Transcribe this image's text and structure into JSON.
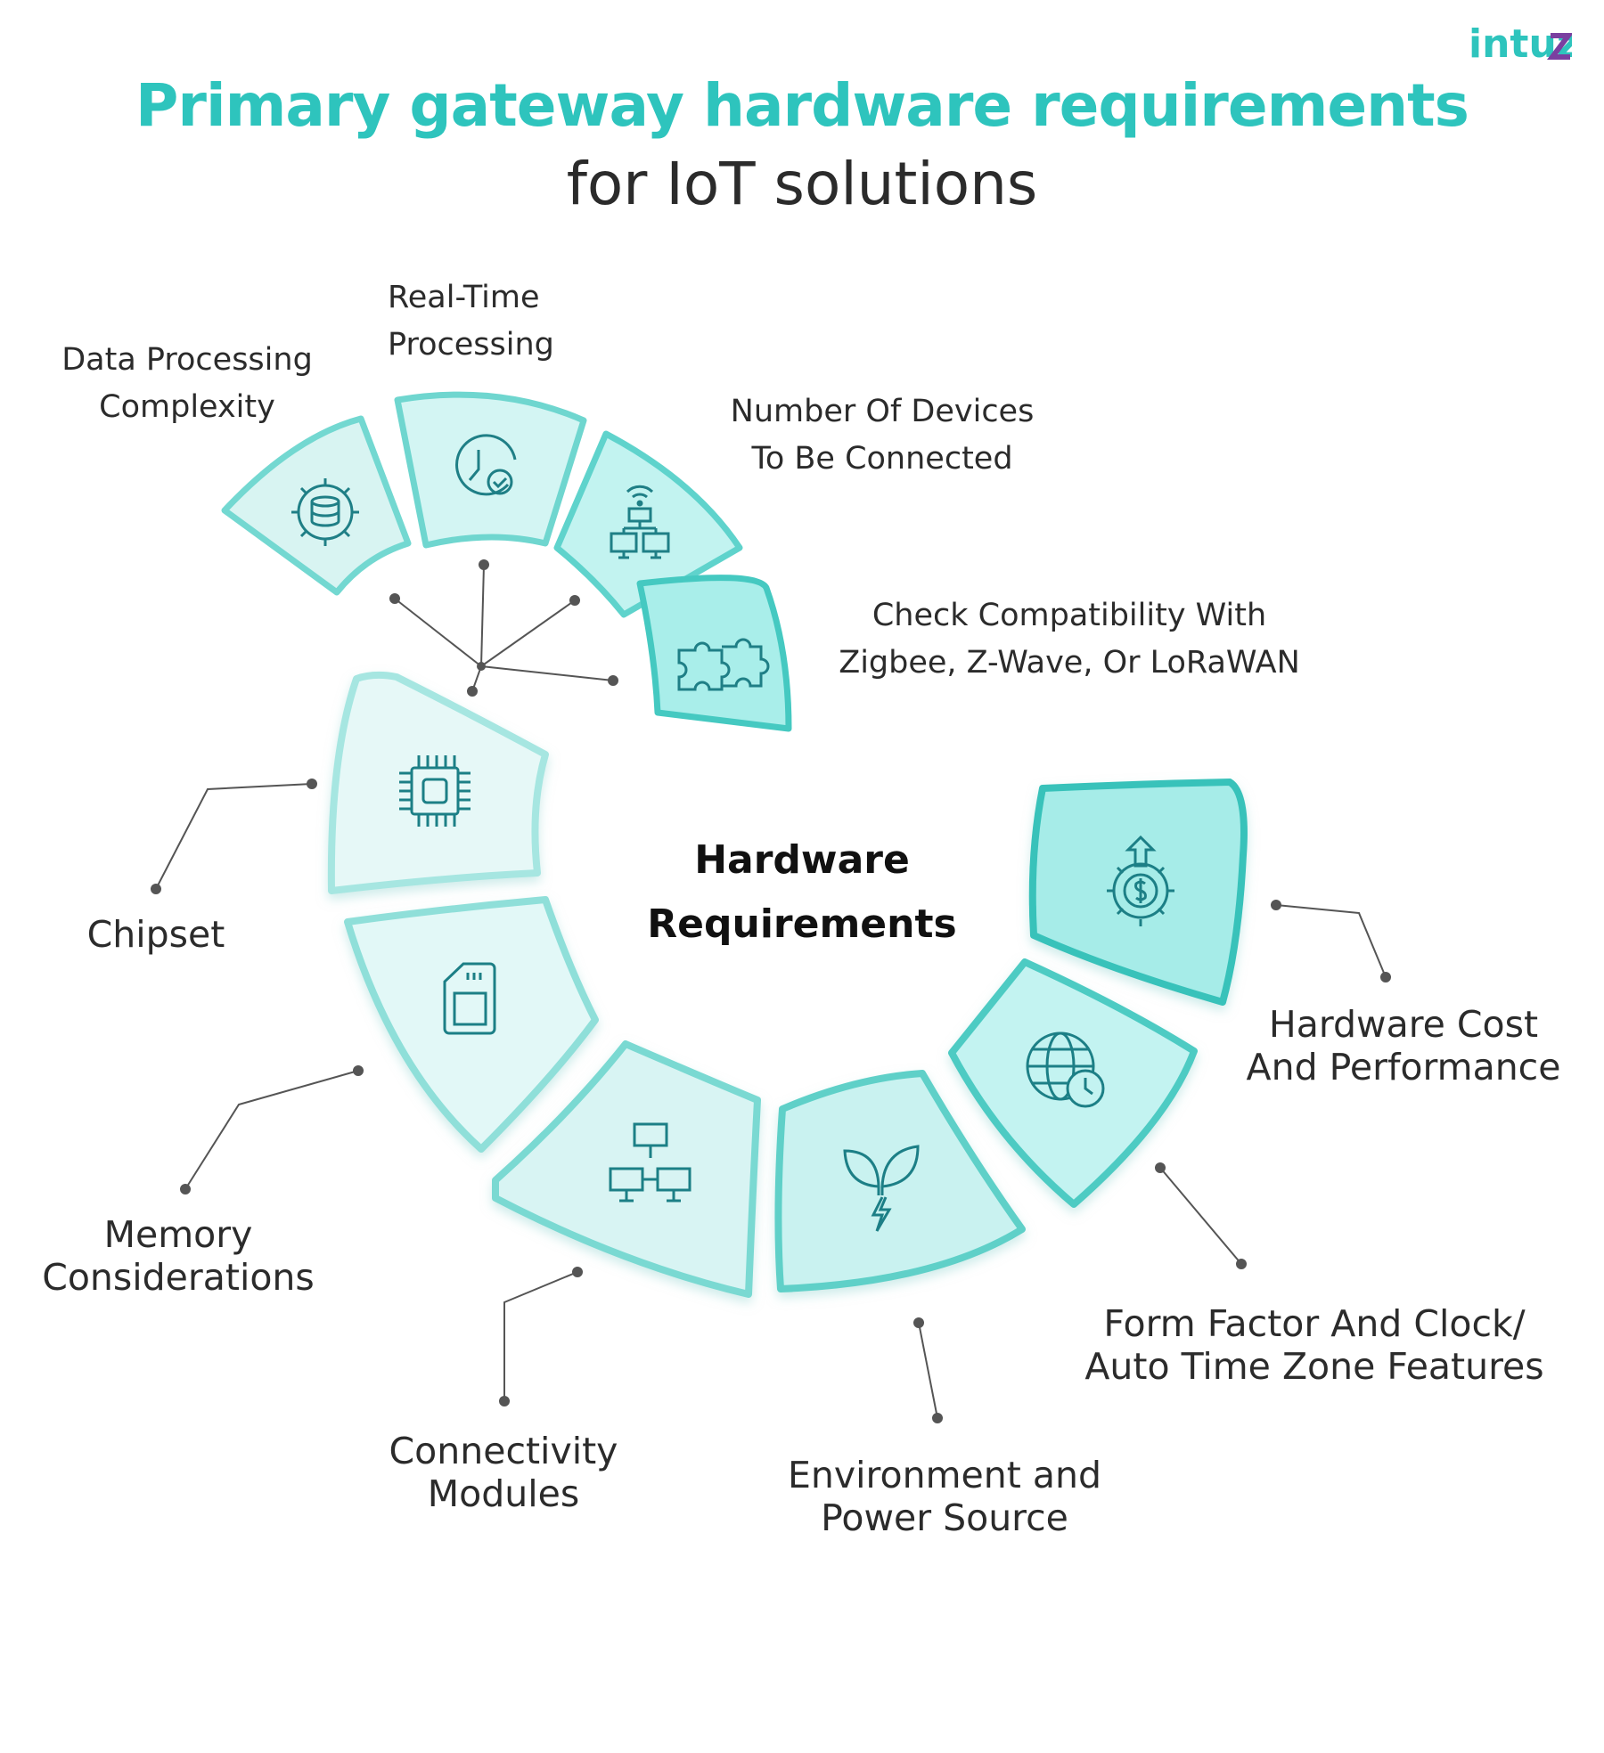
{
  "brand": {
    "logo_text": "intuz"
  },
  "header": {
    "title_line1": "Primary gateway hardware requirements",
    "title_line2": "for IoT solutions"
  },
  "center": {
    "line1": "Hardware",
    "line2": "Requirements"
  },
  "colors": {
    "teal": "#2ec4bd",
    "segment_border": "#5fd3cc",
    "icon_stroke": "#1f7f86",
    "connector": "#555555"
  },
  "requirements_small": [
    {
      "line1": "Data Processing",
      "line2": "Complexity",
      "icon": "gear-database-icon"
    },
    {
      "line1": "Real-Time",
      "line2": "Processing",
      "icon": "clock-check-icon"
    },
    {
      "line1": "Number Of Devices",
      "line2": "To Be Connected",
      "icon": "wifi-network-icon"
    },
    {
      "line1": "Check Compatibility With",
      "line2": "Zigbee, Z-Wave, Or LoRaWAN",
      "icon": "puzzle-icon"
    }
  ],
  "requirements_large": [
    {
      "line1": "Chipset",
      "icon": "chip-icon"
    },
    {
      "line1": "Memory",
      "line2": "Considerations",
      "icon": "sim-card-icon"
    },
    {
      "line1": "Connectivity",
      "line2": "Modules",
      "icon": "network-modules-icon"
    },
    {
      "line1": "Environment and",
      "line2": "Power Source",
      "icon": "leaf-power-icon"
    },
    {
      "line1": "Form Factor And Clock/",
      "line2": "Auto Time Zone Features",
      "icon": "globe-clock-icon"
    },
    {
      "line1": "Hardware Cost",
      "line2": "And Performance",
      "icon": "gear-dollar-icon"
    }
  ]
}
